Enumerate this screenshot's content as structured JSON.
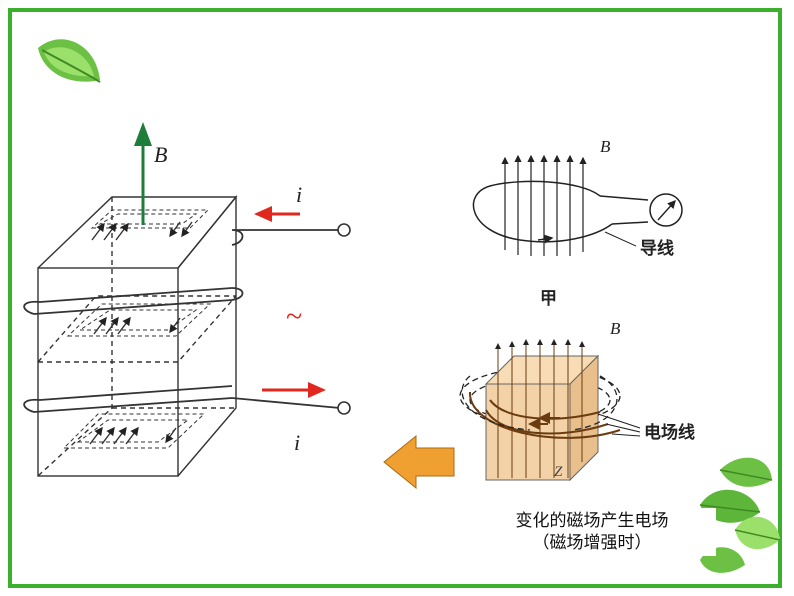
{
  "left_figure": {
    "field_label": "B",
    "current_in_label": "i",
    "current_out_label": "i",
    "ac_symbol": "~"
  },
  "figure_jia": {
    "field_label": "B",
    "wire_label": "导线",
    "caption": "甲"
  },
  "figure_yi": {
    "field_label": "B",
    "field_line_label": "电场线"
  },
  "caption": {
    "line1": "变化的磁场产生电场",
    "line2": "（磁场增强时）"
  },
  "colors": {
    "border": "#3cb02c",
    "field_arrow": "#1e7d3a",
    "current_arrow": "#e0281e",
    "block_arrow": "#f0a030",
    "block_fill": "#f3d2a8"
  },
  "icons": [
    "leaf-icon",
    "leaf-cluster-icon",
    "galvanometer-icon",
    "left-block-arrow-icon"
  ]
}
